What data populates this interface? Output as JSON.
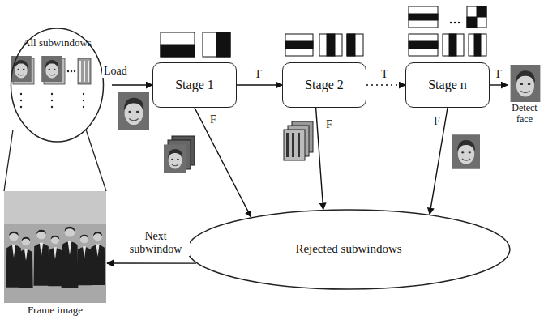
{
  "diagram": {
    "nodes": [
      {
        "text": [
          "All subwindows"
        ]
      },
      {
        "text": [
          "Stage 1"
        ]
      },
      {
        "text": [
          "Stage 2"
        ]
      },
      {
        "text": [
          "Stage n"
        ]
      },
      {
        "text": [
          "Detect face"
        ]
      },
      {
        "text": [
          "Frame image"
        ]
      },
      {
        "text": [
          "Rejected subwindows"
        ]
      }
    ],
    "edges": [
      {
        "from": 0,
        "to": 1,
        "label": "Load",
        "arrow": "to"
      },
      {
        "from": 1,
        "to": 2,
        "label": "T",
        "arrow": "to"
      },
      {
        "from": 2,
        "to": 3,
        "label": "T",
        "arrow": "to"
      },
      {
        "from": 3,
        "to": 4,
        "label": "T",
        "arrow": "to"
      },
      {
        "from": 1,
        "to": 6,
        "label": "F",
        "arrow": "to"
      },
      {
        "from": 2,
        "to": 6,
        "label": "F",
        "arrow": "to"
      },
      {
        "from": 3,
        "to": 6,
        "label": "F",
        "arrow": "to"
      },
      {
        "from": 6,
        "to": 5,
        "label": "Next subwindow",
        "arrow": "to"
      }
    ]
  }
}
